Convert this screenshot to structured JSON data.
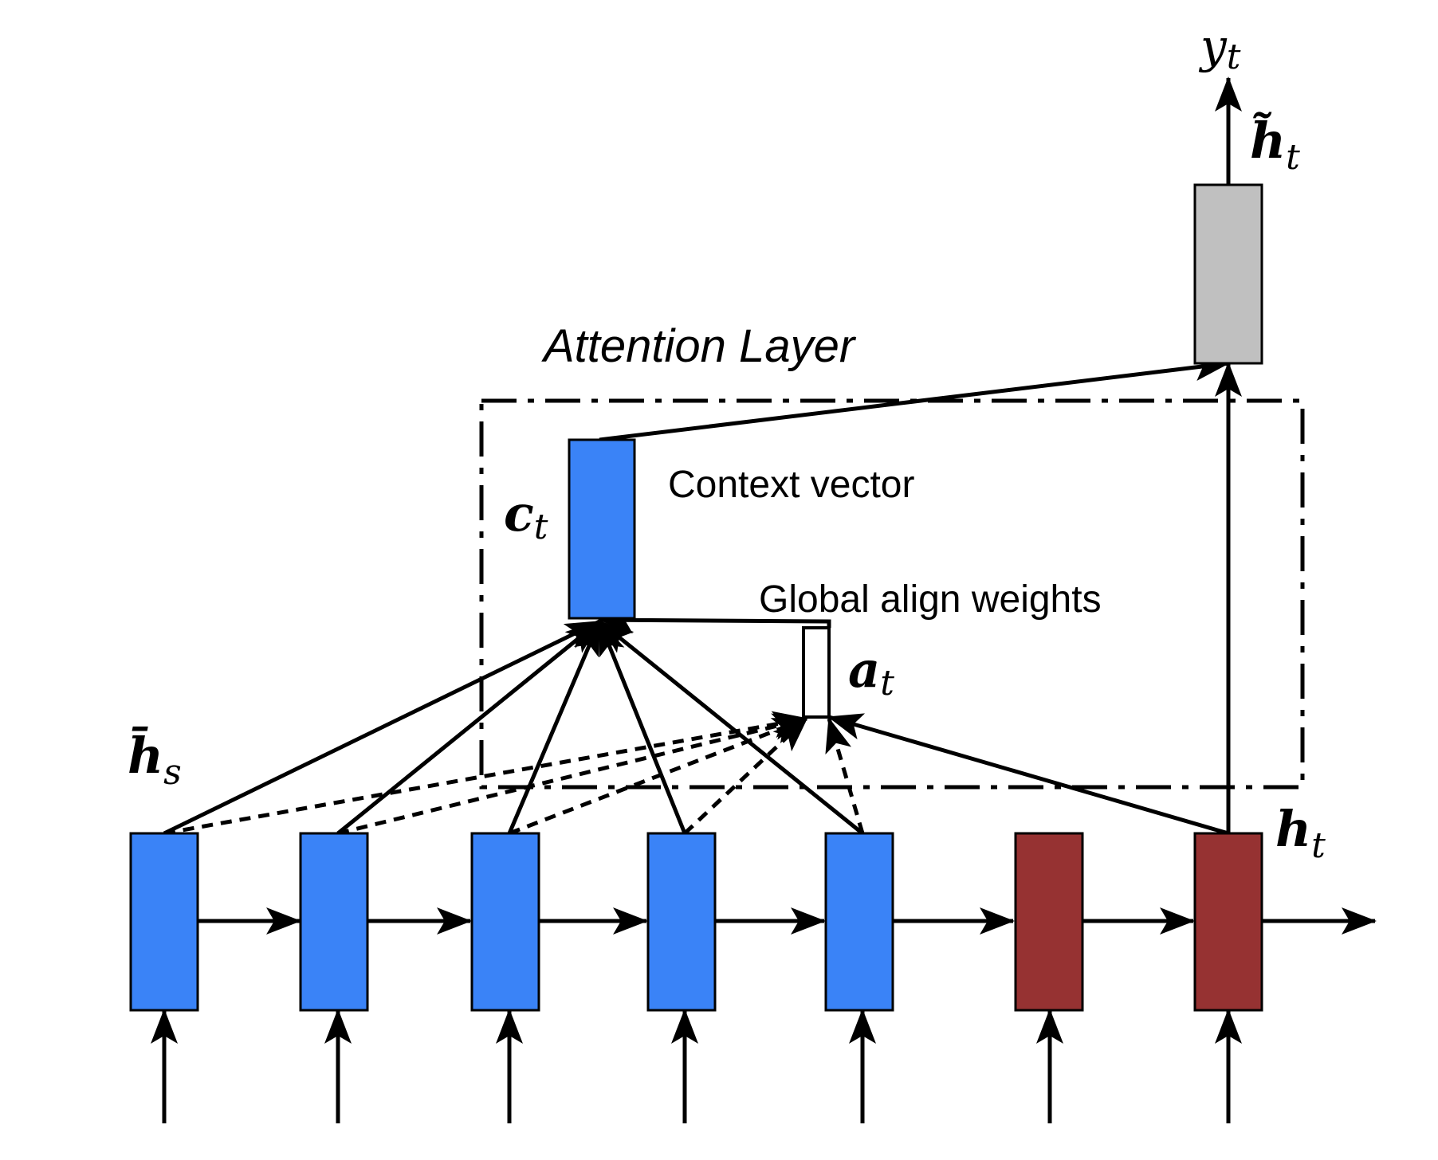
{
  "diagram": {
    "title": "Attention Layer",
    "context_vector_label": "Context vector",
    "align_weights_label": "Global align weights",
    "symbols": {
      "y_main": "y",
      "y_sub": "t",
      "htilde_main": "h̃",
      "htilde_sub": "t",
      "c_main": "c",
      "c_sub": "t",
      "a_main": "a",
      "a_sub": "t",
      "hs_main": "h̄",
      "hs_sub": "s",
      "ht_main": "h",
      "ht_sub": "t"
    },
    "colors": {
      "encoder": "#3a83f7",
      "decoder": "#963232",
      "attentional": "#c0c0c0",
      "stroke": "#000000"
    },
    "encoder_states": 5,
    "decoder_states": 2
  }
}
